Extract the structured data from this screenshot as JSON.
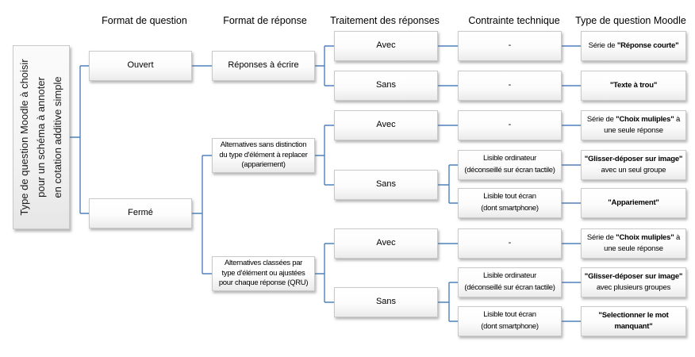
{
  "colors": {
    "connector": "#4f81bd",
    "box_border": "#c9c9c9"
  },
  "root": {
    "line1": "Type de question Moodle à choisir",
    "line2": "pour un schéma à annoter",
    "line3": "en cotation additive simple"
  },
  "column_headers": [
    "Format de question",
    "Format de réponse",
    "Traitement des réponses",
    "Contrainte technique",
    "Type de question Moodle"
  ],
  "nodes": {
    "ouvert": {
      "label": "Ouvert"
    },
    "ferme": {
      "label": "Fermé"
    },
    "reponses_a_ecrire": {
      "label": "Réponses à écrire"
    },
    "alternatives_appariement": {
      "line1": "Alternatives sans distinction",
      "line2": "du type d'élément à replacer",
      "line3": "(appariement)"
    },
    "alternatives_qru": {
      "line1": "Alternatives  classées par",
      "line2": "type d'élément ou ajustées",
      "line3": "pour chaque réponse (QRU)"
    },
    "avec_1": {
      "label": "Avec"
    },
    "sans_1": {
      "label": "Sans"
    },
    "avec_2": {
      "label": "Avec"
    },
    "sans_2": {
      "label": "Sans"
    },
    "avec_3": {
      "label": "Avec"
    },
    "sans_3": {
      "label": "Sans"
    },
    "dash_1": {
      "label": "-"
    },
    "dash_2": {
      "label": "-"
    },
    "dash_3": {
      "label": "-"
    },
    "dash_4": {
      "label": "-"
    },
    "lisible_ordinateur_1": {
      "line1": "Lisible ordinateur",
      "line2": "(déconseillé sur écran tactile)"
    },
    "lisible_tout_ecran_1": {
      "line1": "Lisible tout écran",
      "line2": "(dont smartphone)"
    },
    "lisible_ordinateur_2": {
      "line1": "Lisible ordinateur",
      "line2": "(déconseillé sur écran tactile)"
    },
    "lisible_tout_ecran_2": {
      "line1": "Lisible tout écran",
      "line2": "(dont smartphone)"
    },
    "type_reponse_courte": {
      "l1_pre": "Série de ",
      "l1_bold": "\"Réponse courte\""
    },
    "type_texte_a_trou": {
      "l1_bold": "\"Texte à trou\""
    },
    "type_choix_multiples_1": {
      "l1_pre": "Série de ",
      "l1_bold": "\"Choix muliples\"",
      "l1_post": " à",
      "l2": "une seule réponse"
    },
    "type_glisser_un_groupe": {
      "l1_bold": "\"Glisser-déposer sur image\"",
      "l2": "avec un seul groupe"
    },
    "type_appariement": {
      "l1_bold": "\"Appariement\""
    },
    "type_choix_multiples_2": {
      "l1_pre": "Série de ",
      "l1_bold": "\"Choix muliples\"",
      "l1_post": " à",
      "l2": "une seule réponse"
    },
    "type_glisser_plusieurs_groupes": {
      "l1_bold": "\"Glisser-déposer sur image\"",
      "l2": "avec plusieurs groupes"
    },
    "type_selectionner_mot": {
      "l1_bold": "\"Selectionner le mot",
      "l2_bold": "manquant\""
    }
  }
}
